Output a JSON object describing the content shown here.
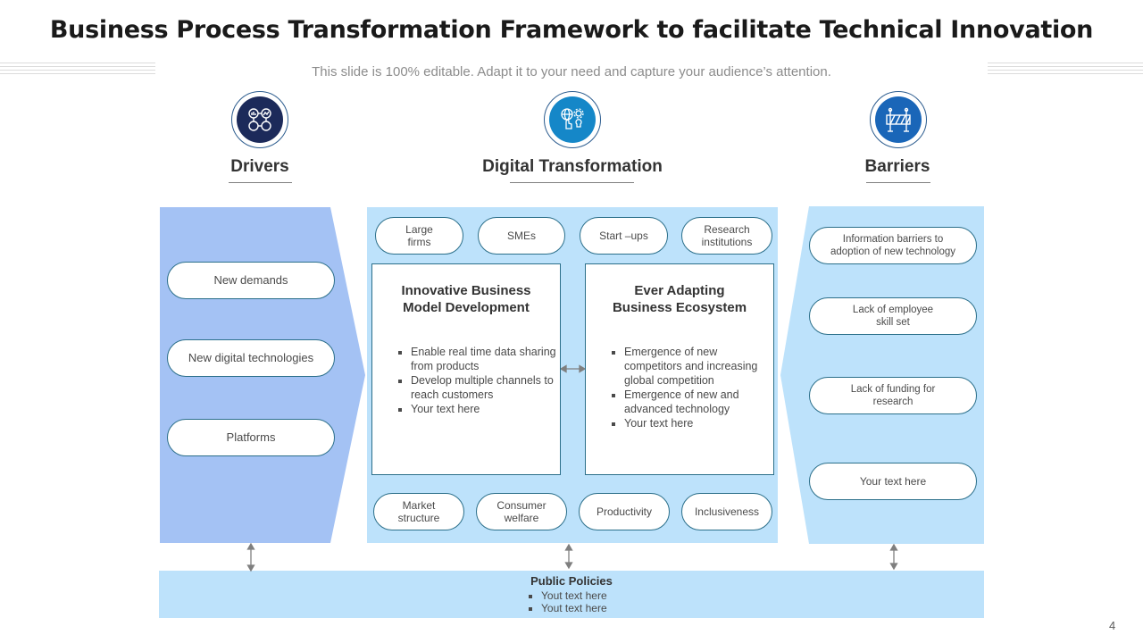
{
  "header": {
    "title": "Business Process Transformation Framework to facilitate Technical Innovation",
    "subtitle": "This slide is 100% editable. Adapt it to your need and capture your audience’s attention."
  },
  "columns": {
    "drivers": {
      "heading": "Drivers",
      "icon": "network-analytics-icon"
    },
    "digital": {
      "heading": "Digital Transformation",
      "icon": "digital-innovation-icon"
    },
    "barriers": {
      "heading": "Barriers",
      "icon": "barrier-icon"
    }
  },
  "drivers": {
    "items": [
      "New demands",
      "New digital technologies",
      "Platforms"
    ]
  },
  "digital": {
    "top_pills": [
      "Large\nfirms",
      "SMEs",
      "Start –ups",
      "Research\ninstitutions"
    ],
    "bottom_pills": [
      "Market\nstructure",
      "Consumer\nwelfare",
      "Productivity",
      "Inclusiveness"
    ],
    "left_box": {
      "title": "Innovative Business\nModel Development",
      "bullets": [
        "Enable real time data sharing from products",
        "Develop  multiple channels to reach customers",
        "Your text here"
      ]
    },
    "right_box": {
      "title": "Ever Adapting\nBusiness Ecosystem",
      "bullets": [
        "Emergence of new competitors and increasing global competition",
        "Emergence of new and advanced technology",
        "Your text here"
      ]
    }
  },
  "barriers": {
    "items": [
      "Information barriers to\nadoption of new technology",
      "Lack of employee\nskill set",
      "Lack of funding for\nresearch",
      "Your text here"
    ]
  },
  "policies": {
    "title": "Public Policies",
    "bullets": [
      "Yout text here",
      "Yout text here"
    ]
  },
  "page_number": "4",
  "colors": {
    "drivers_panel": "#a4c2f4",
    "light_panel": "#bde2fb",
    "dark_navy": "#1c2a5a",
    "teal_blue": "#1587c8",
    "deep_blue": "#1a66b8",
    "outline": "#2b6f8a"
  }
}
